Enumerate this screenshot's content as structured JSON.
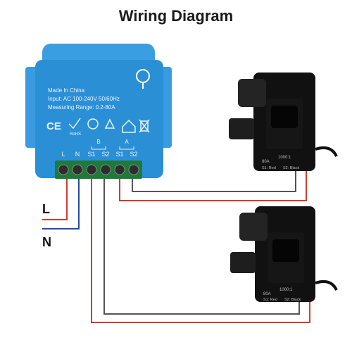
{
  "title": "Wiring Diagram",
  "module": {
    "made_in": "Made In China",
    "input": "Input:  AC 100-240V 50/60Hz",
    "range": "Measuring Range: 0.2-80A",
    "terminals": [
      "L",
      "N",
      "S1",
      "S2",
      "S1",
      "S2"
    ],
    "group_b": "B",
    "group_a": "A",
    "logos": [
      "CE",
      "RoHS",
      "recycle",
      "home",
      "weee"
    ]
  },
  "clamps": [
    {
      "rating": "80A",
      "ratio": "1000:1",
      "s1": "S1: Red",
      "s2": "S2: Black"
    },
    {
      "rating": "80A",
      "ratio": "1000:1",
      "s1": "S1: Red",
      "s2": "S2: Black"
    }
  ],
  "wire_labels": {
    "live": "L",
    "neutral": "N"
  },
  "colors": {
    "module": "#2b8fd6",
    "live": "#d33b2c",
    "neutral": "#2a4aa8",
    "clamp": "#1b1b1b",
    "wire_gray": "#555555"
  }
}
